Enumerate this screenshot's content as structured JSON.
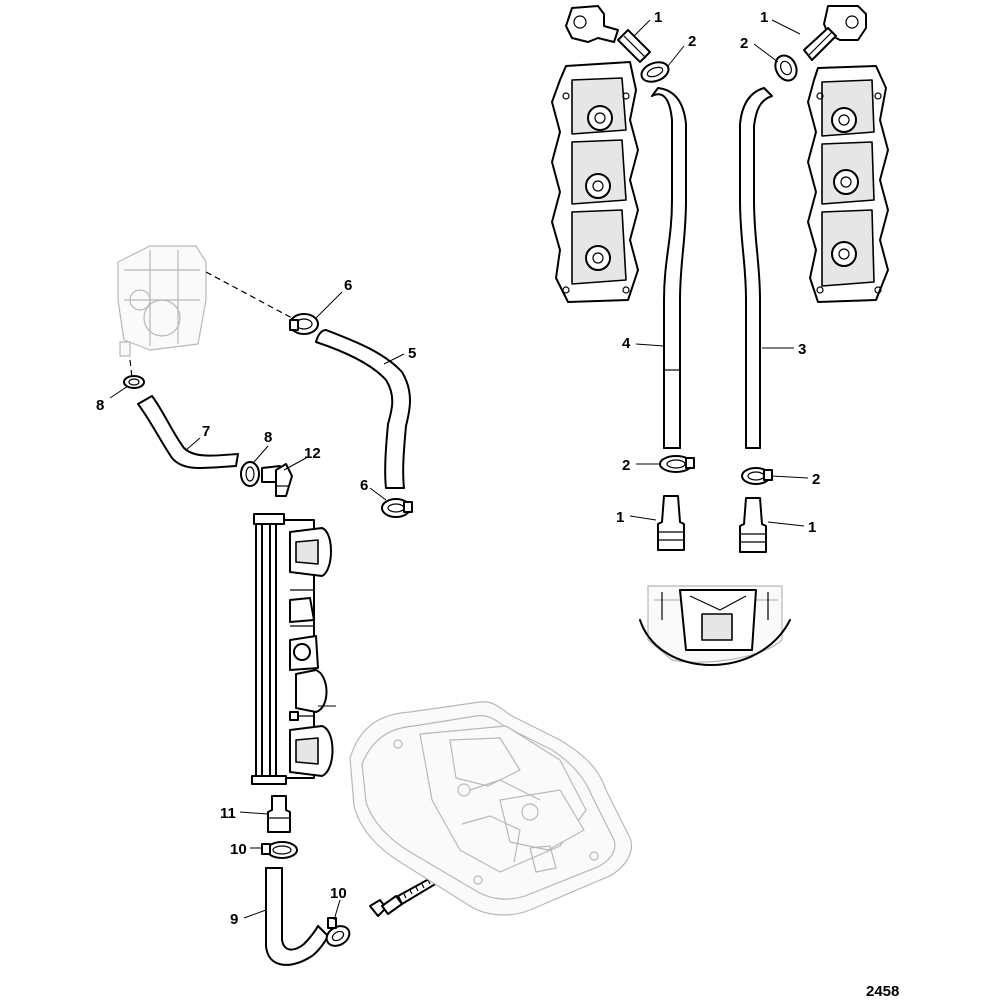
{
  "diagram": {
    "figure_number": "2458",
    "callouts": [
      {
        "id": "c1-top-left",
        "label": "1"
      },
      {
        "id": "c2-top-left",
        "label": "2"
      },
      {
        "id": "c1-top-right",
        "label": "1"
      },
      {
        "id": "c2-top-right",
        "label": "2"
      },
      {
        "id": "c4",
        "label": "4"
      },
      {
        "id": "c3",
        "label": "3"
      },
      {
        "id": "c2-bottom-left",
        "label": "2"
      },
      {
        "id": "c2-bottom-right",
        "label": "2"
      },
      {
        "id": "c1-bottom-left",
        "label": "1"
      },
      {
        "id": "c1-bottom-right",
        "label": "1"
      },
      {
        "id": "c6-top",
        "label": "6"
      },
      {
        "id": "c5",
        "label": "5"
      },
      {
        "id": "c6-bottom",
        "label": "6"
      },
      {
        "id": "c8-left",
        "label": "8"
      },
      {
        "id": "c7",
        "label": "7"
      },
      {
        "id": "c8-right",
        "label": "8"
      },
      {
        "id": "c12",
        "label": "12"
      },
      {
        "id": "c11",
        "label": "11"
      },
      {
        "id": "c10-left",
        "label": "10"
      },
      {
        "id": "c9",
        "label": "9"
      },
      {
        "id": "c10-bottom",
        "label": "10"
      }
    ]
  }
}
